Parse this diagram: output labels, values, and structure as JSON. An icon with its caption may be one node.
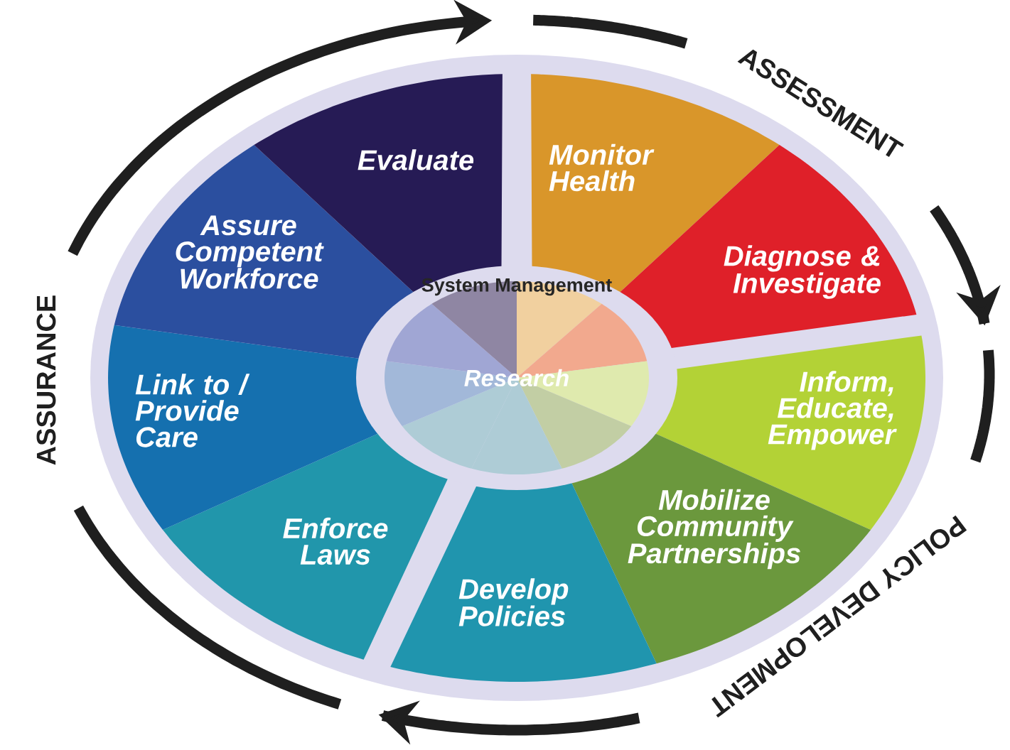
{
  "diagram": {
    "nodes": [
      {
        "text": [
          "Monitor Health"
        ]
      },
      {
        "text": [
          "Diagnose & Investigate"
        ]
      },
      {
        "text": [
          "Inform, Educate, Empower"
        ]
      },
      {
        "text": [
          "Mobilize Community Partnerships"
        ]
      },
      {
        "text": [
          "Develop Policies"
        ]
      },
      {
        "text": [
          "Enforce Laws"
        ]
      },
      {
        "text": [
          "Link to / Provide Care"
        ]
      },
      {
        "text": [
          "Assure Competent Workforce"
        ]
      },
      {
        "text": [
          "Evaluate"
        ]
      },
      {
        "text": [
          "System Management",
          "Research"
        ]
      }
    ],
    "labels": [
      "ASSESSMENT",
      "POLICY DEVELOPMENT",
      "ASSURANCE"
    ]
  }
}
